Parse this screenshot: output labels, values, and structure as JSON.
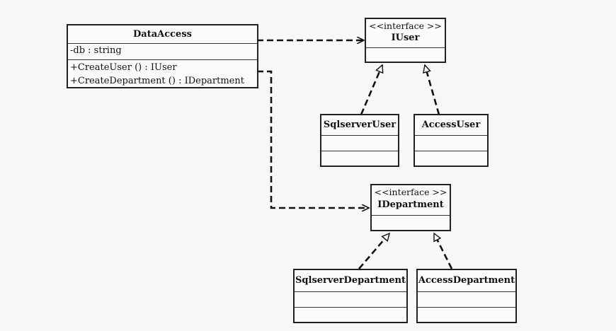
{
  "classes": {
    "data_access": {
      "name": "DataAccess",
      "attributes": [
        "-db : string"
      ],
      "methods": [
        "+CreateUser () : IUser",
        "+CreateDepartment () : IDepartment"
      ]
    },
    "iuser": {
      "stereotype": "<<interface >>",
      "name": "IUser"
    },
    "sqlserver_user": {
      "name": "SqlserverUser"
    },
    "access_user": {
      "name": "AccessUser"
    },
    "idepartment": {
      "stereotype": "<<interface >>",
      "name": "IDepartment"
    },
    "sqlserver_department": {
      "name": "SqlserverDepartment"
    },
    "access_department": {
      "name": "AccessDepartment"
    }
  },
  "relationships": [
    {
      "from": "DataAccess",
      "to": "IUser",
      "type": "dependency"
    },
    {
      "from": "DataAccess",
      "to": "IDepartment",
      "type": "dependency"
    },
    {
      "from": "SqlserverUser",
      "to": "IUser",
      "type": "realization"
    },
    {
      "from": "AccessUser",
      "to": "IUser",
      "type": "realization"
    },
    {
      "from": "SqlserverDepartment",
      "to": "IDepartment",
      "type": "realization"
    },
    {
      "from": "AccessDepartment",
      "to": "IDepartment",
      "type": "realization"
    }
  ]
}
